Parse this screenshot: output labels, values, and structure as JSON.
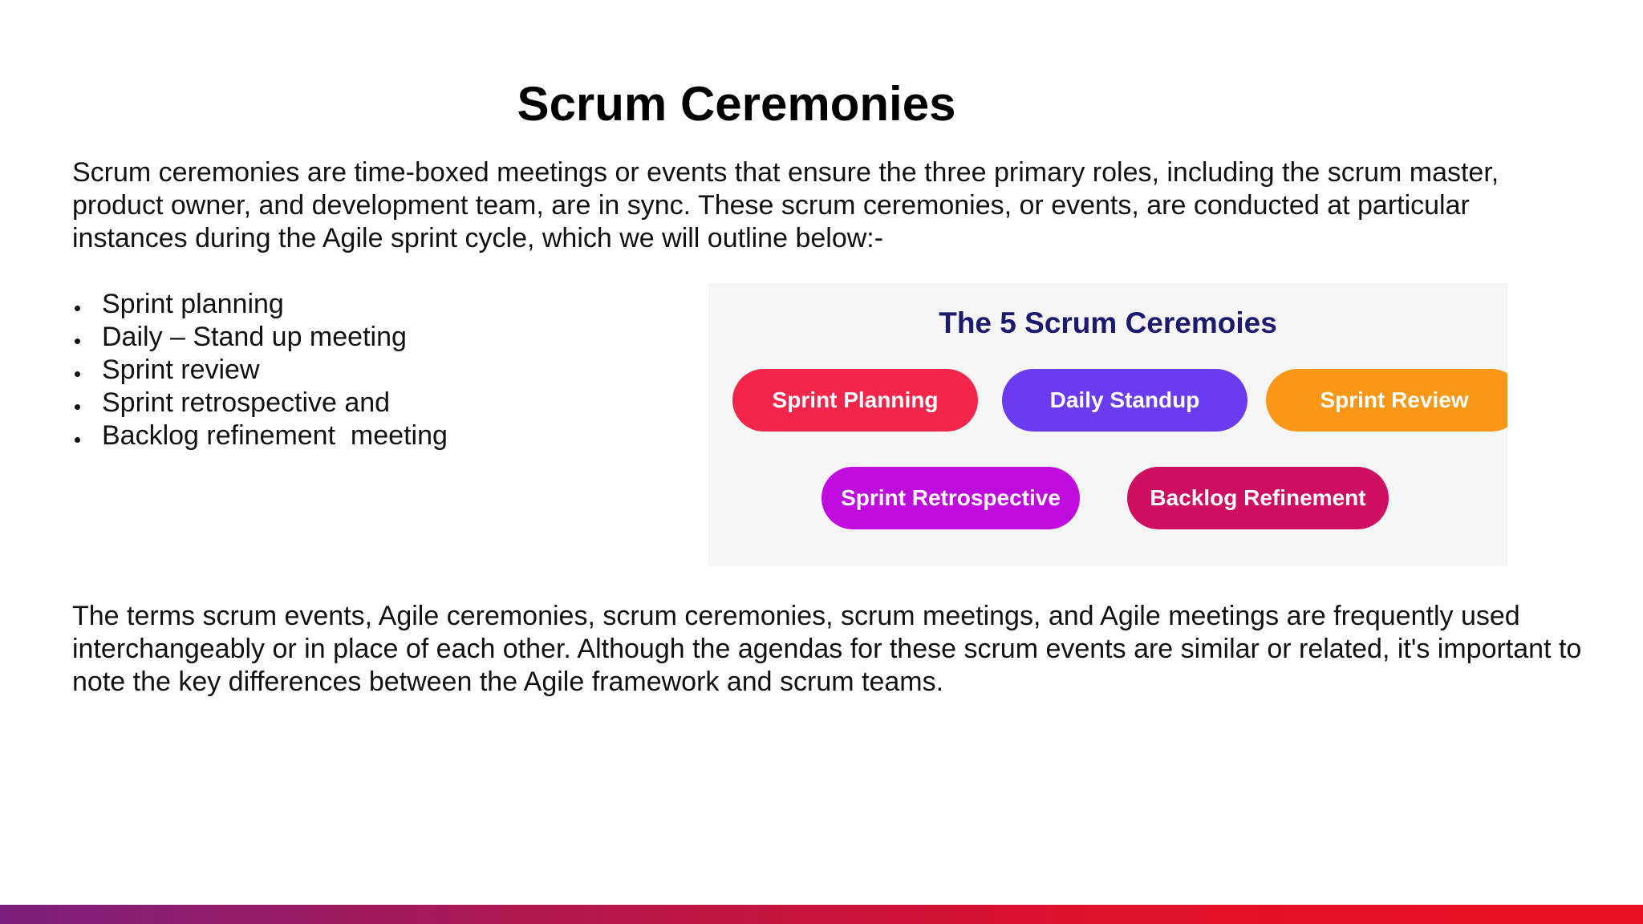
{
  "slide": {
    "title": "Scrum Ceremonies",
    "intro": "Scrum ceremonies are time-boxed meetings or events that ensure the three primary roles, including the scrum master, product owner, and development team, are in sync. These scrum ceremonies, or events, are conducted at particular instances during the Agile sprint cycle, which we will outline below:-",
    "bullets": [
      "Sprint planning",
      "Daily – Stand up meeting",
      "Sprint review",
      "Sprint retrospective and",
      "Backlog refinement  meeting"
    ],
    "closing": "The terms scrum events, Agile ceremonies, scrum ceremonies, scrum meetings, and Agile meetings are frequently used interchangeably or in place of each other. Although the agendas for these scrum events are similar or related, it's important to note the key differences between the Agile framework and scrum teams."
  },
  "figure": {
    "title": "The 5 Scrum Ceremoies",
    "pills": [
      {
        "label": "Sprint Planning",
        "color": "#f4254b"
      },
      {
        "label": "Daily Standup",
        "color": "#6b3bf0"
      },
      {
        "label": "Sprint Review",
        "color": "#fb9716"
      },
      {
        "label": "Sprint Retrospective",
        "color": "#bf0bde"
      },
      {
        "label": "Backlog Refinement",
        "color": "#cf0e62"
      }
    ],
    "background": "#f6f6f6",
    "title_color": "#1c1a6e"
  },
  "footer": {
    "gradient_colors": [
      "#7b1f7c",
      "#b0174c",
      "#e0112b",
      "#e8101f"
    ]
  }
}
